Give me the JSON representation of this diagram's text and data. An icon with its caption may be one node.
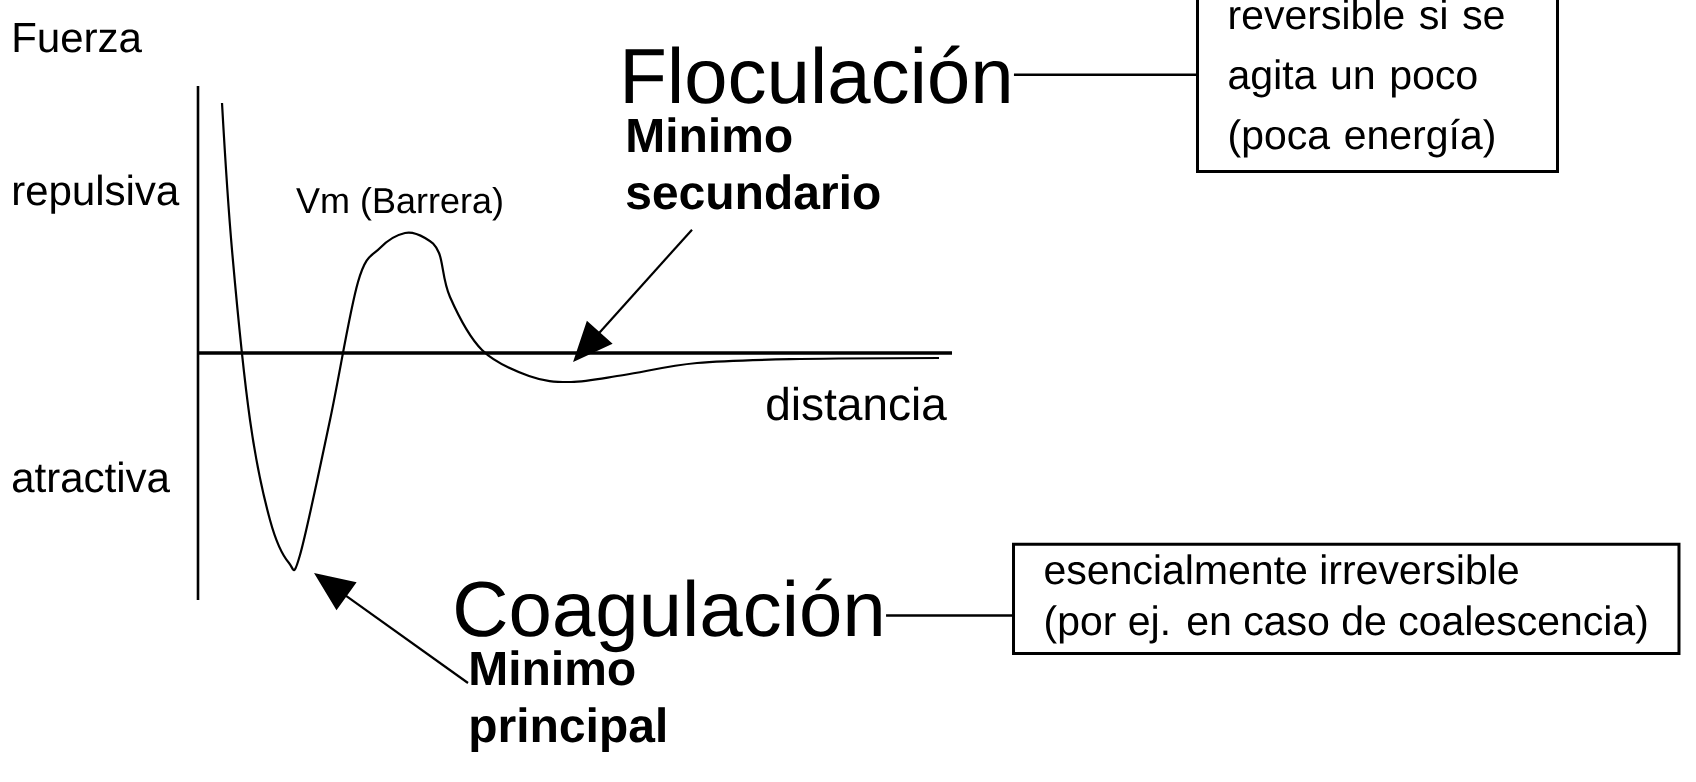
{
  "diagram": {
    "nodes": [
      {
        "text": [
          "Floculación"
        ]
      },
      {
        "text": [
          "reversible si se agita un poco (poca energía)"
        ]
      },
      {
        "text": [
          "Coagulación"
        ]
      },
      {
        "text": [
          "esencialmente irreversible",
          "(por ej. en caso de coalescencia)"
        ]
      },
      {
        "text": [
          "Minimo secundario"
        ]
      },
      {
        "text": [
          "Minimo principal"
        ]
      }
    ],
    "edges": [
      {
        "from": 0,
        "to": 1,
        "arrow": "none"
      },
      {
        "from": 2,
        "to": 3,
        "arrow": "none"
      },
      {
        "from": 4,
        "to": null,
        "arrow": "to"
      },
      {
        "from": 5,
        "to": null,
        "arrow": "to"
      }
    ],
    "labels": [
      "Fuerza",
      "repulsiva",
      "Vm (Barrera)",
      "distancia",
      "atractiva"
    ]
  }
}
